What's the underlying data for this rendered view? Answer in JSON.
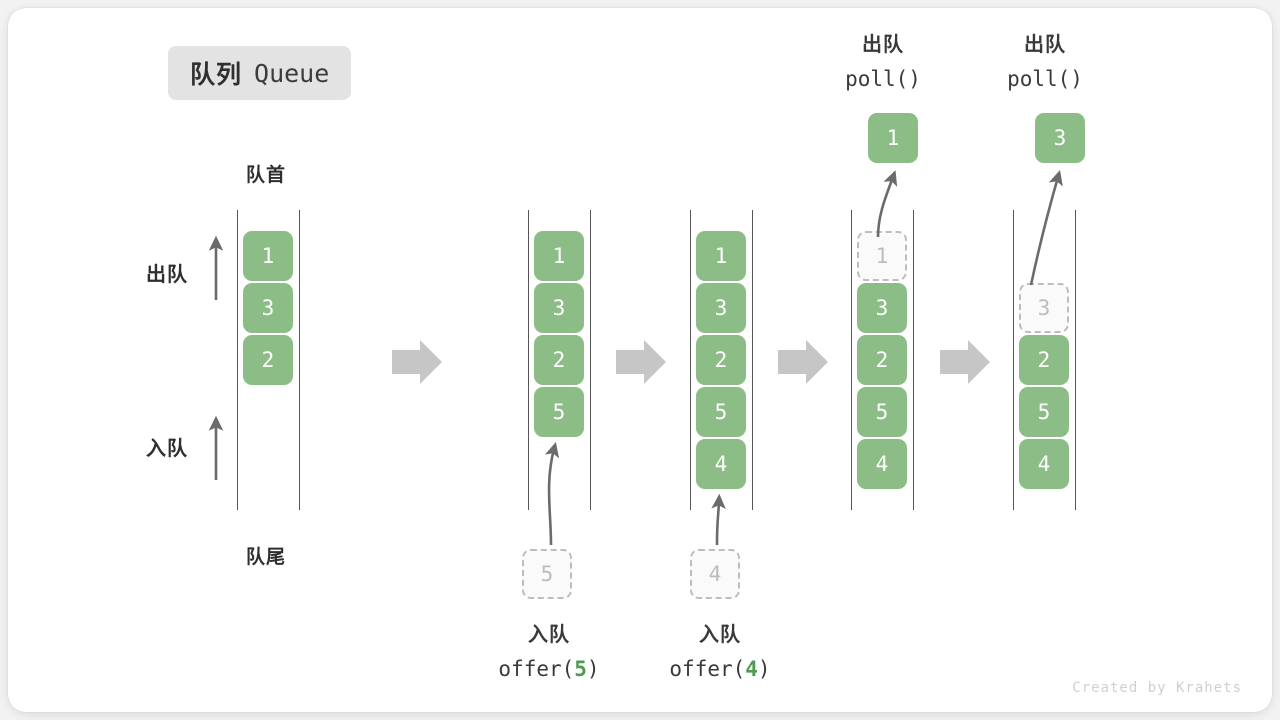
{
  "title": {
    "cn": "队列",
    "en": "Queue"
  },
  "labels": {
    "head": "队首",
    "tail": "队尾",
    "dequeue_side": "出队",
    "enqueue_side": "入队"
  },
  "operations": {
    "offer5": {
      "cn": "入队",
      "code_prefix": "offer(",
      "arg": "5",
      "code_suffix": ")"
    },
    "offer4": {
      "cn": "入队",
      "code_prefix": "offer(",
      "arg": "4",
      "code_suffix": ")"
    },
    "poll1": {
      "cn": "出队",
      "code": "poll()",
      "returned": "1"
    },
    "poll2": {
      "cn": "出队",
      "code": "poll()",
      "returned": "3"
    }
  },
  "colors": {
    "cell_fill": "#8cbd87",
    "cell_text": "#ffffff",
    "ghost_border": "#bdbdbd",
    "ghost_text": "#bcbcbc",
    "rail": "#555555",
    "arrow_gray": "#c6c6c6",
    "arrow_dark": "#6b6b6b",
    "badge_bg": "#e3e3e3",
    "accent_green": "#4d9a54",
    "card_bg": "#ffffff",
    "page_bg": "#f2f2f2"
  },
  "states": [
    {
      "name": "initial",
      "items": [
        "1",
        "3",
        "2"
      ],
      "ghost_index": null
    },
    {
      "name": "after-offer5",
      "items": [
        "1",
        "3",
        "2",
        "5"
      ],
      "ghost_index": null
    },
    {
      "name": "after-offer4",
      "items": [
        "1",
        "3",
        "2",
        "5",
        "4"
      ],
      "ghost_index": null
    },
    {
      "name": "after-poll-1",
      "items": [
        "1",
        "3",
        "2",
        "5",
        "4"
      ],
      "ghost_index": 0
    },
    {
      "name": "after-poll-3",
      "items": [
        "",
        "3",
        "2",
        "5",
        "4"
      ],
      "ghost_index": 1
    }
  ],
  "pending": {
    "offer5": "5",
    "offer4": "4"
  },
  "credit": "Created by Krahets"
}
